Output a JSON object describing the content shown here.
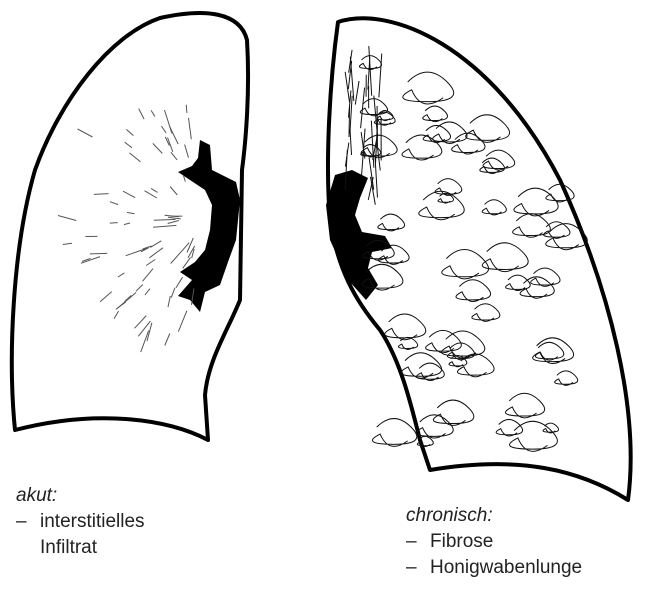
{
  "left_lung": {
    "heading": "akut:",
    "items": [
      {
        "dash": "–",
        "line1": "interstitielles",
        "line2": "Infiltrat"
      }
    ]
  },
  "right_lung": {
    "heading": "chronisch:",
    "items": [
      {
        "dash": "–",
        "text": "Fibrose"
      },
      {
        "dash": "–",
        "text": "Honigwabenlunge"
      }
    ]
  },
  "colors": {
    "outline": "#000000",
    "hilum": "#000000",
    "background": "#ffffff",
    "text": "#222222"
  }
}
